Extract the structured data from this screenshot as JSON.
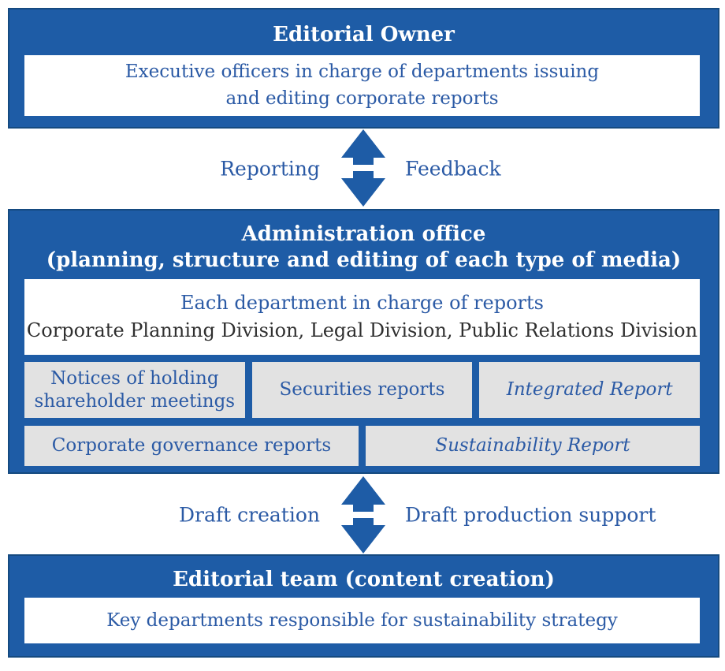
{
  "colors": {
    "box_blue": "#1E5CA6",
    "box_border_blue": "#154A80",
    "text_blue": "#2B5AA5",
    "gray_chip": "#E2E2E2",
    "dark_text": "#2F2F2F",
    "white": "#FFFFFF"
  },
  "editorial_owner": {
    "title": "Editorial Owner",
    "body_line1": "Executive officers in charge of departments issuing",
    "body_line2": "and editing corporate reports"
  },
  "arrow_top": {
    "left_label": "Reporting",
    "right_label": "Feedback"
  },
  "administration_office": {
    "title_line1": "Administration office",
    "title_line2": "(planning, structure and editing of each type of media)",
    "departments": {
      "heading": "Each department in charge of reports",
      "body": "Corporate Planning Division, Legal Division, Public Relations Division"
    },
    "reports_row1": [
      {
        "label": "Notices of holding shareholder meetings"
      },
      {
        "label": "Securities reports"
      },
      {
        "label": "Integrated Report"
      }
    ],
    "reports_row2": [
      {
        "label": "Corporate governance reports"
      },
      {
        "label": "Sustainability Report"
      }
    ]
  },
  "arrow_bottom": {
    "left_label": "Draft creation",
    "right_label": "Draft production support"
  },
  "editorial_team": {
    "title": "Editorial team (content creation)",
    "body": "Key departments responsible for sustainability strategy"
  }
}
